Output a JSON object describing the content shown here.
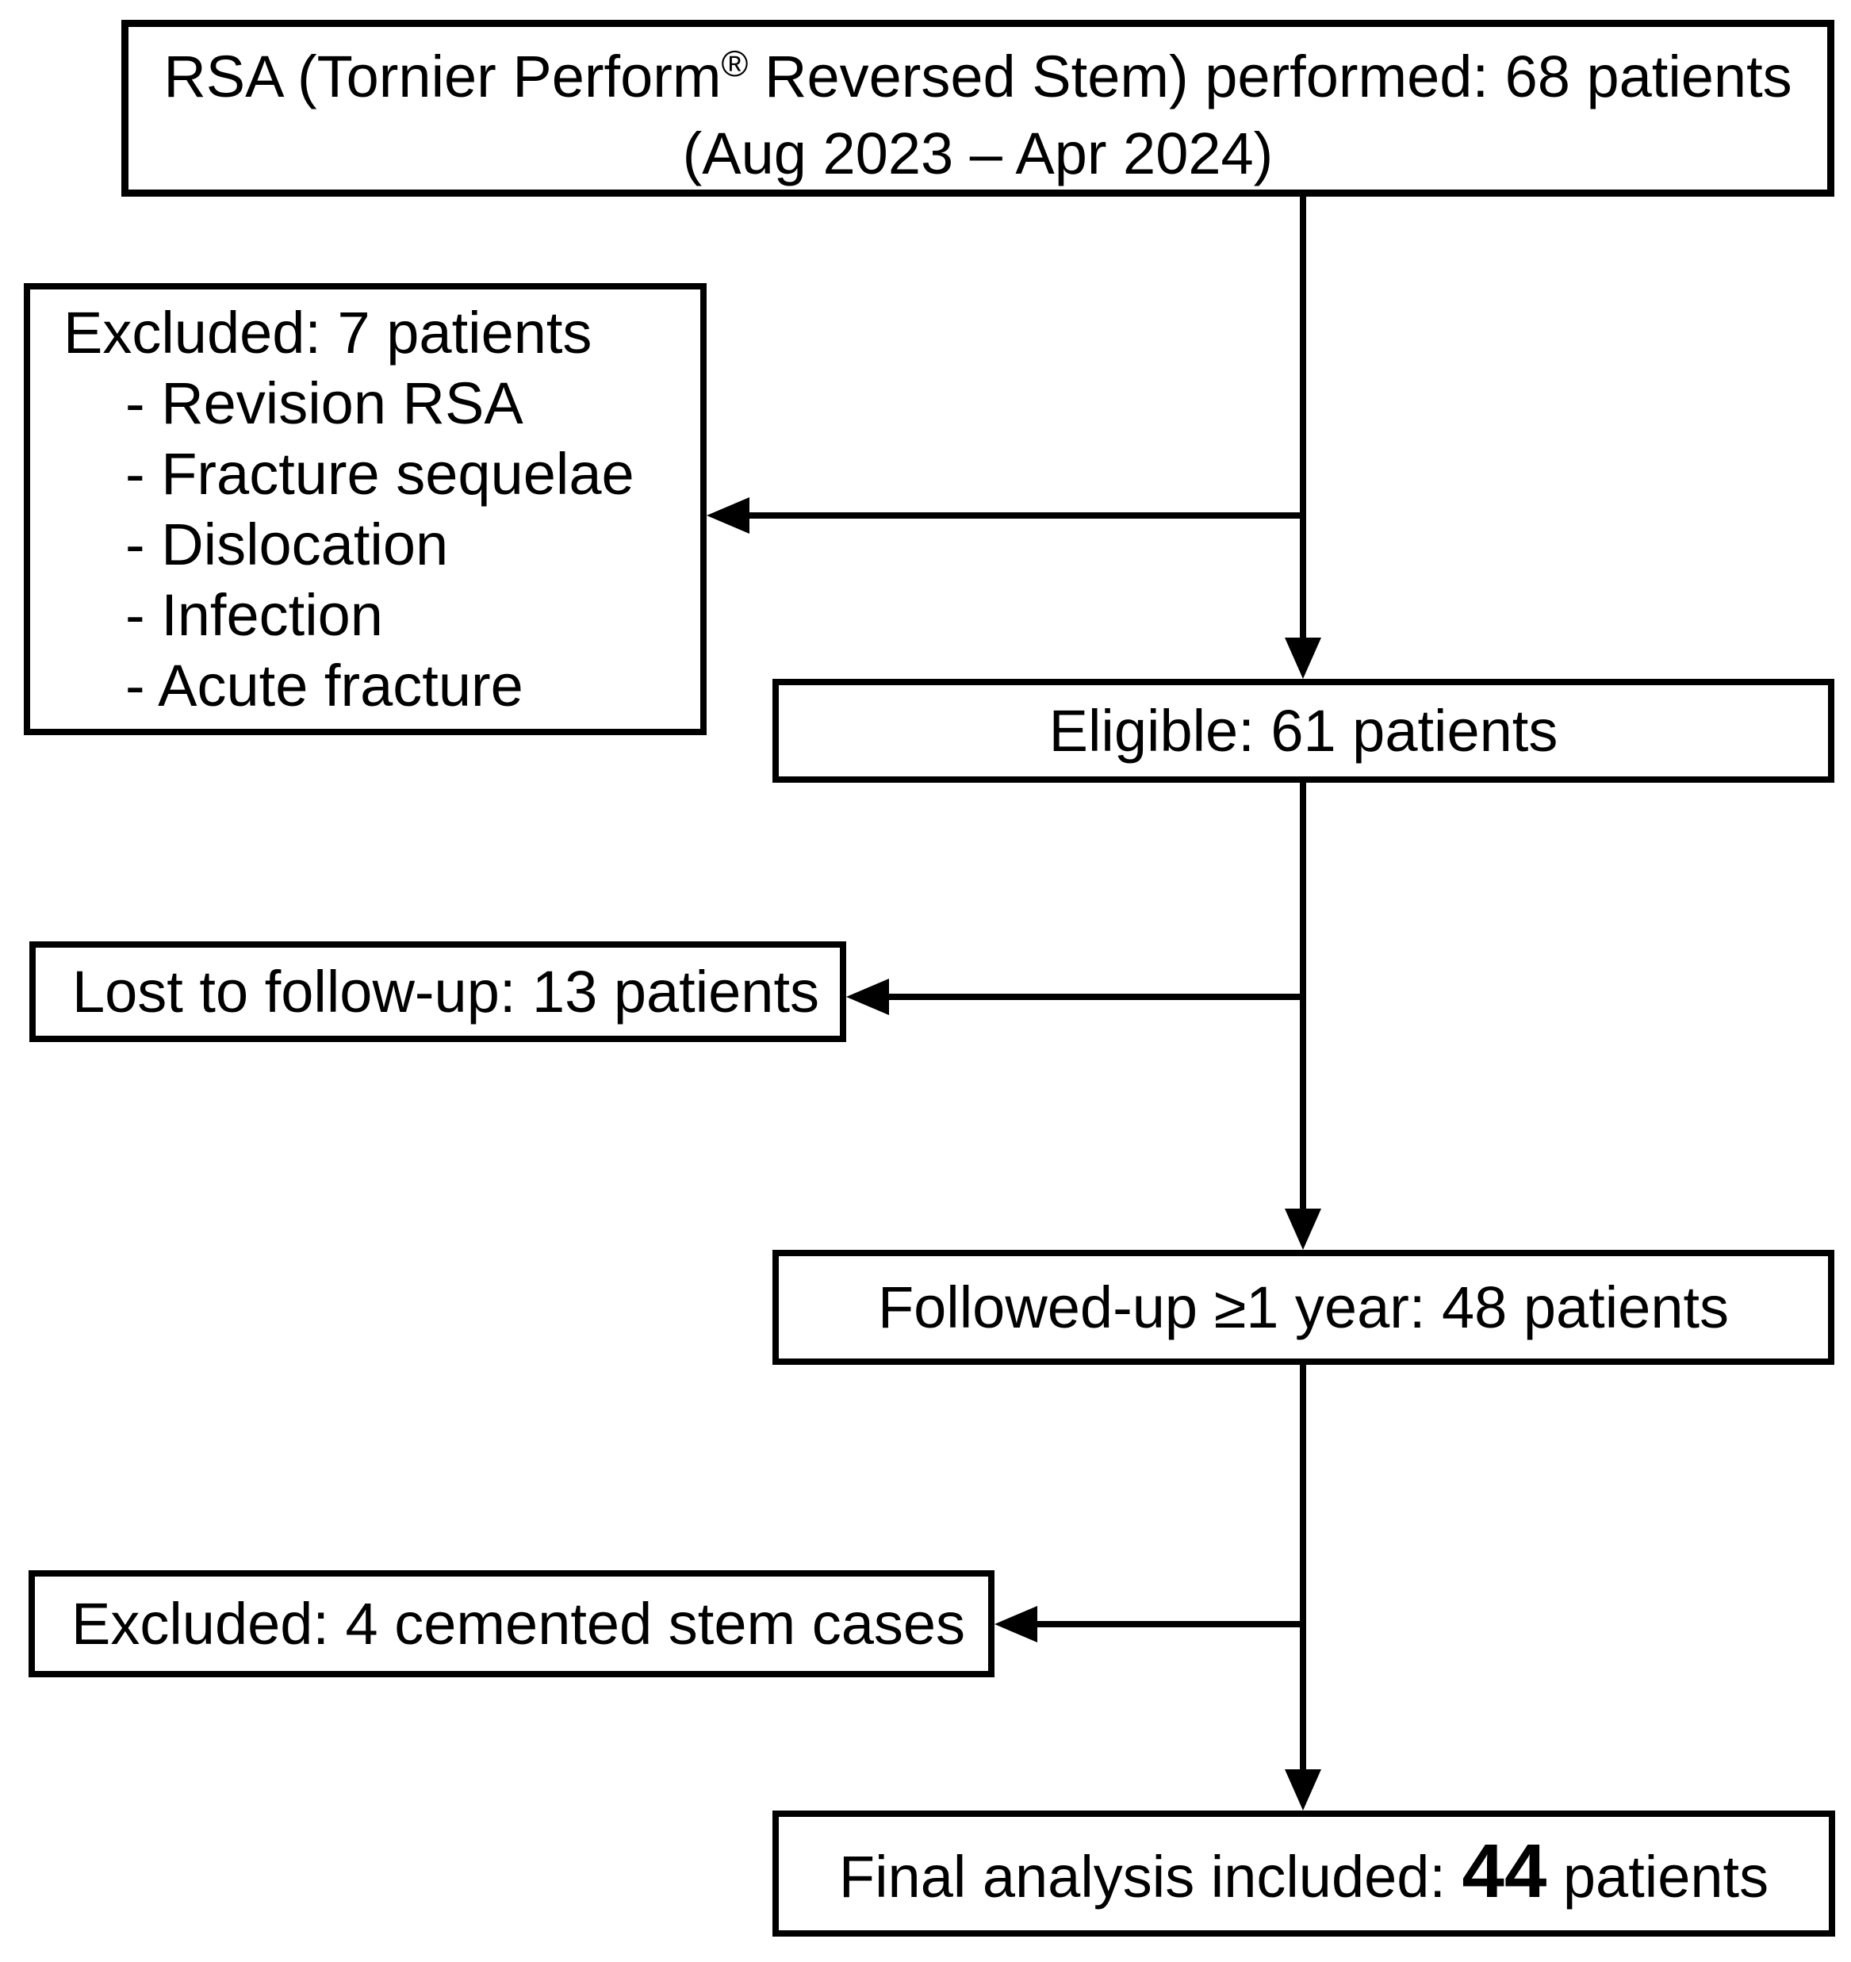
{
  "diagram": {
    "type": "patient-flow-chart",
    "colors": {
      "ink": "#000000",
      "paper": "#ffffff",
      "box_fill": "#ffffff"
    }
  },
  "boxes": {
    "performed": {
      "line1_prefix": "RSA (Tornier Perform",
      "registered_symbol": "®",
      "line1_suffix": " Reversed Stem) performed: 68 patients",
      "line2": "(Aug 2023 – Apr 2024)"
    },
    "excluded_initial": {
      "title": "Excluded: 7 patients",
      "items": [
        "- Revision RSA",
        "- Fracture sequelae",
        "- Dislocation",
        "- Infection",
        "- Acute fracture"
      ]
    },
    "eligible": {
      "label": "Eligible: 61 patients"
    },
    "lost_follow_up": {
      "label": "Lost to follow-up: 13 patients"
    },
    "followed_up": {
      "label": "Followed-up ≥1 year: 48 patients"
    },
    "excluded_cemented": {
      "label": "Excluded: 4 cemented stem cases"
    },
    "final_analysis": {
      "prefix": "Final analysis included: ",
      "count": "44",
      "suffix": " patients"
    }
  }
}
